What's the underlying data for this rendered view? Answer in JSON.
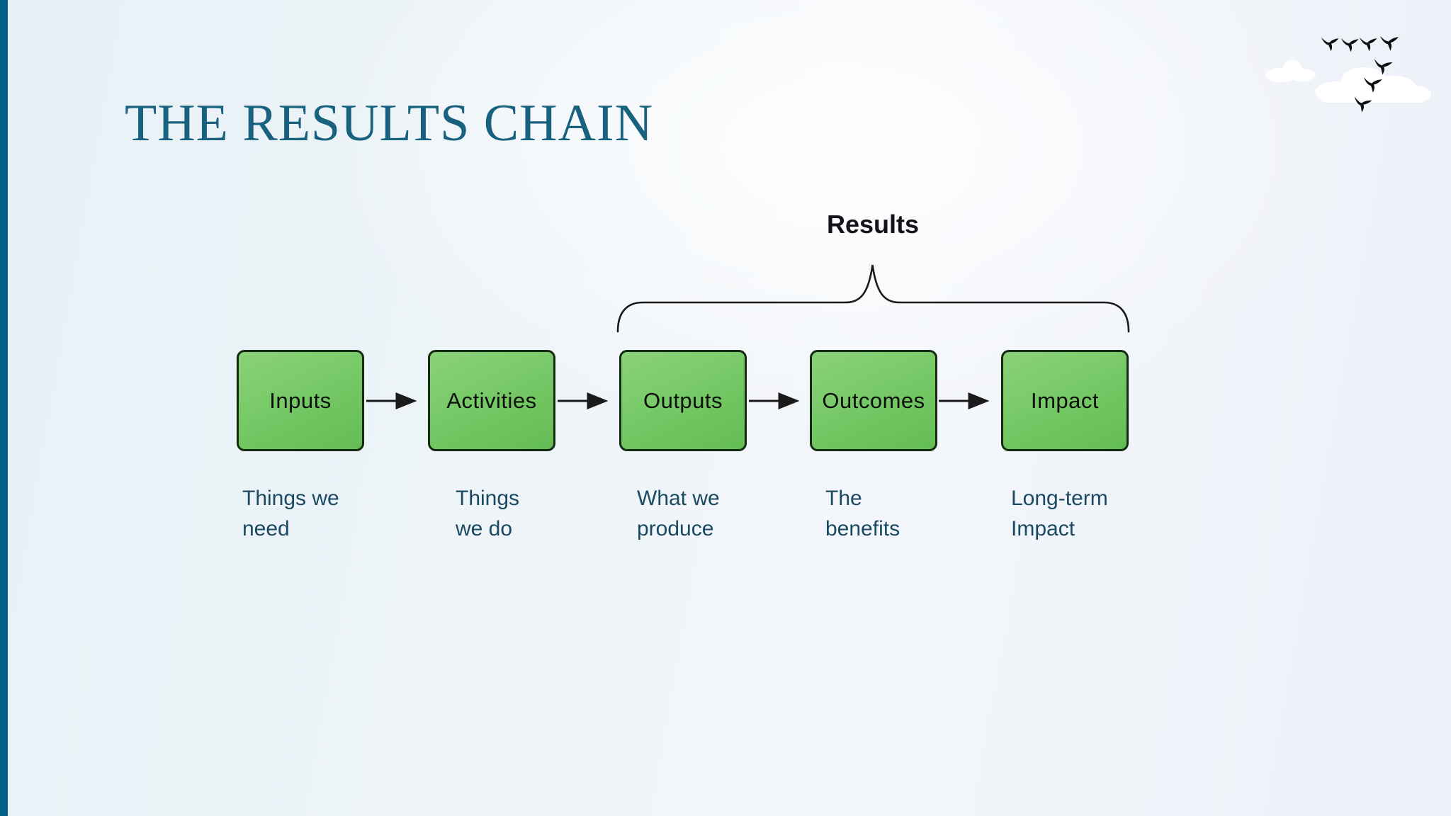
{
  "slide": {
    "title": "THE RESULTS CHAIN"
  },
  "diagram": {
    "type": "flow-chain",
    "results_label": "Results",
    "results_brace_covers": [
      "Outputs",
      "Outcomes",
      "Impact"
    ],
    "flow_order": [
      "Inputs",
      "Activities",
      "Outputs",
      "Outcomes",
      "Impact"
    ],
    "boxes": [
      {
        "label": "Inputs",
        "caption_line1": "Things we",
        "caption_line2": "need"
      },
      {
        "label": "Activities",
        "caption_line1": "Things",
        "caption_line2": "we do"
      },
      {
        "label": "Outputs",
        "caption_line1": "What we",
        "caption_line2": "produce"
      },
      {
        "label": "Outcomes",
        "caption_line1": "The",
        "caption_line2": "benefits"
      },
      {
        "label": "Impact",
        "caption_line1": "Long-term",
        "caption_line2": "Impact"
      }
    ]
  },
  "decoration": {
    "icons": [
      "bird-icon",
      "cloud-icon"
    ],
    "bird_count": 7,
    "cloud_count": 2
  },
  "colors": {
    "accent_bar": "#02618a",
    "title_text": "#18617f",
    "caption_text": "#1a4a63",
    "box_fill": "#74c764",
    "box_border": "#142a12",
    "connector": "#1a1a1a",
    "background_left": "#e7f1f6",
    "background_right": "#edf1f8"
  }
}
